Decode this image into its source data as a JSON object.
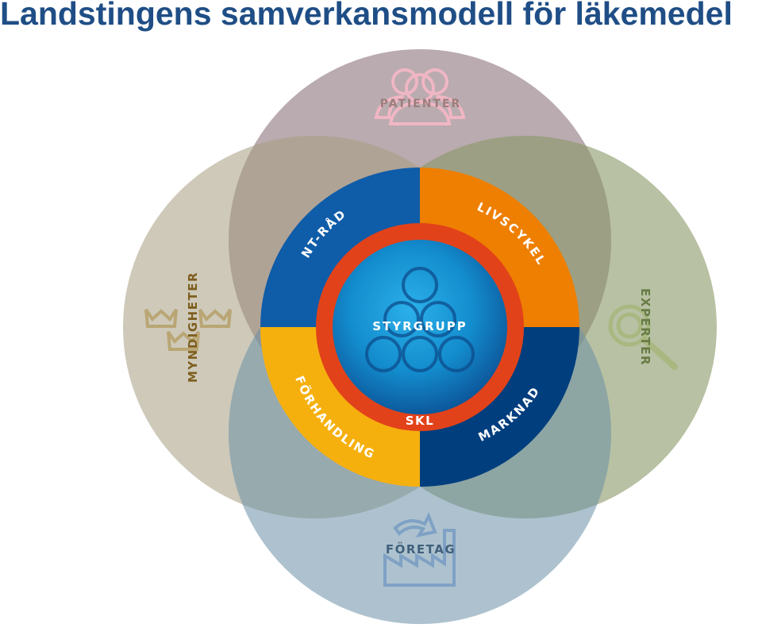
{
  "title": "Landstingens samverkansmodell för läkemedel",
  "outer_circles": {
    "top": {
      "label": "PATIENTER",
      "icon": "people-icon"
    },
    "left": {
      "label": "MYNDIGHETER",
      "icon": "crowns-icon"
    },
    "right": {
      "label": "EXPERTER",
      "icon": "magnifier-icon"
    },
    "bottom": {
      "label": "FÖRETAG",
      "icon": "factory-icon"
    }
  },
  "quadrants": {
    "top_left": {
      "label": "NT-RÅD",
      "color": "#0f5ca8"
    },
    "top_right": {
      "label": "LIVSCYKEL",
      "color": "#ee7f00"
    },
    "bottom_left": {
      "label": "FÖRHANDLING",
      "color": "#f6b00e"
    },
    "bottom_right": {
      "label": "MARKNAD",
      "color": "#003e7e"
    }
  },
  "ring": {
    "label": "SKL",
    "color": "#e2421a"
  },
  "center": {
    "label": "STYRGRUPP",
    "icon": "stacked-circles-icon"
  }
}
